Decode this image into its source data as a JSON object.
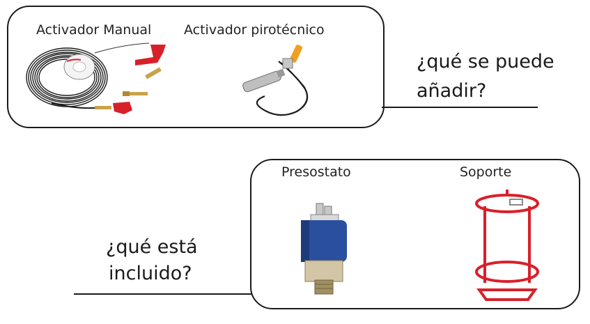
{
  "top_panel": {
    "items": [
      {
        "label": "Activador Manual",
        "icon": "manual-activator-cable-kit"
      },
      {
        "label": "Activador pirotécnico",
        "icon": "pyrotechnic-activator"
      }
    ],
    "question_line1": "¿qué se puede",
    "question_line2": "añadir?"
  },
  "bottom_panel": {
    "items": [
      {
        "label": "Presostato",
        "icon": "pressure-switch"
      },
      {
        "label": "Soporte",
        "icon": "extinguisher-bracket"
      }
    ],
    "question_line1": "¿qué está",
    "question_line2": "incluido?"
  },
  "colors": {
    "bracket_red": "#d8202a",
    "presostato_blue": "#2a4f9e",
    "brass": "#c9a34a",
    "cable_black": "#1b1b1b"
  }
}
